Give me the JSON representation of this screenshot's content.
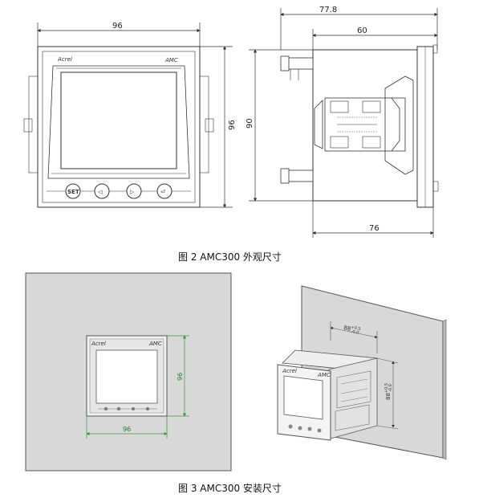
{
  "fig2": {
    "front": {
      "width_label": "96",
      "height_label": "96",
      "brand": "Acrel",
      "model": "AMC",
      "buttons": [
        "SET",
        "◁",
        "▷",
        "⏎"
      ]
    },
    "side": {
      "overall_label": "77.8",
      "body_label": "60",
      "height_label": "90",
      "depth_label": "76"
    },
    "caption": "图 2 AMC300 外观尺寸"
  },
  "fig3": {
    "front": {
      "width_label": "96",
      "height_label": "96",
      "brand": "Acrel",
      "model": "AMC"
    },
    "cutout": {
      "width_label": "88",
      "width_tol_upper": "+0.5",
      "width_tol_lower": "-0.0",
      "height_label": "88",
      "height_tol_upper": "+0.5",
      "height_tol_lower": "-0.0"
    },
    "caption": "图 3 AMC300 安装尺寸"
  },
  "colors": {
    "line": "#333333",
    "dim_green": "#3a9a3a",
    "panel": "#d8d8d8",
    "frame": "#bdbdbd"
  }
}
